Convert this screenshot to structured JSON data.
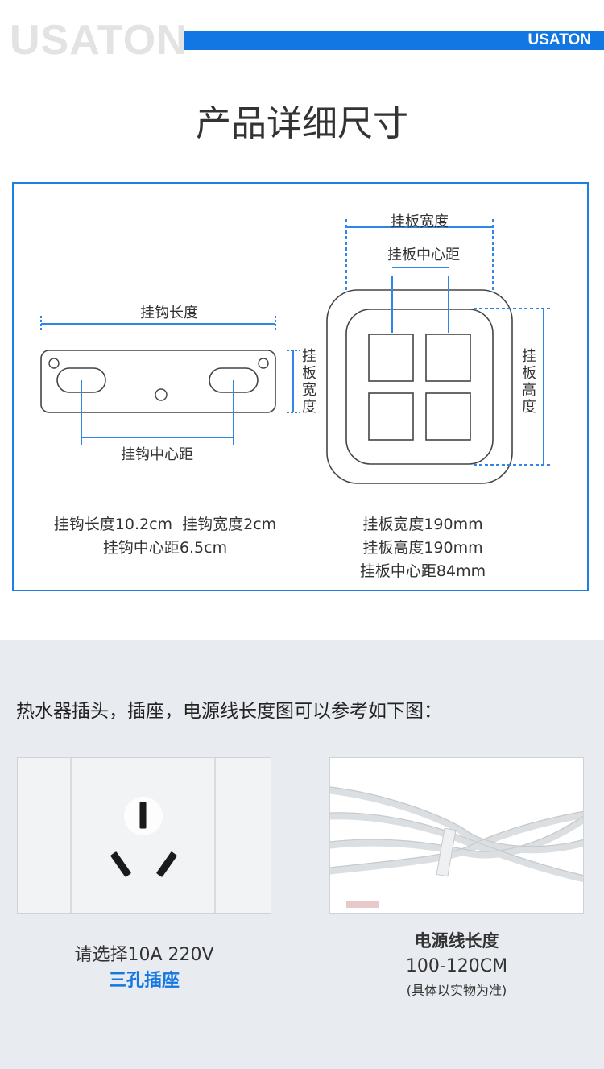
{
  "header": {
    "watermark": "USATON",
    "brand": "USATON",
    "accent_color": "#1277e3"
  },
  "section_title": "产品详细尺寸",
  "hook": {
    "length_label": "挂钩长度",
    "center_label": "挂钩中心距",
    "width_label_chars": [
      "挂",
      "板",
      "宽",
      "度"
    ],
    "spec_line1": "挂钩长度10.2cm  挂钩宽度2cm",
    "spec_line2": "挂钩中心距6.5cm"
  },
  "plate": {
    "width_label": "挂板宽度",
    "center_label": "挂板中心距",
    "height_label_chars": [
      "挂",
      "板",
      "高",
      "度"
    ],
    "spec_line1": "挂板宽度190mm",
    "spec_line2": "挂板高度190mm",
    "spec_line3": "挂板中心距84mm"
  },
  "accessories": {
    "intro": "热水器插头，插座，电源线长度图可以参考如下图：",
    "socket_caption_line1": "请选择10A 220V",
    "socket_caption_line2": "三孔插座",
    "cable_caption_title": "电源线长度",
    "cable_caption_value": "100-120CM",
    "cable_caption_note": "(具体以实物为准)"
  }
}
